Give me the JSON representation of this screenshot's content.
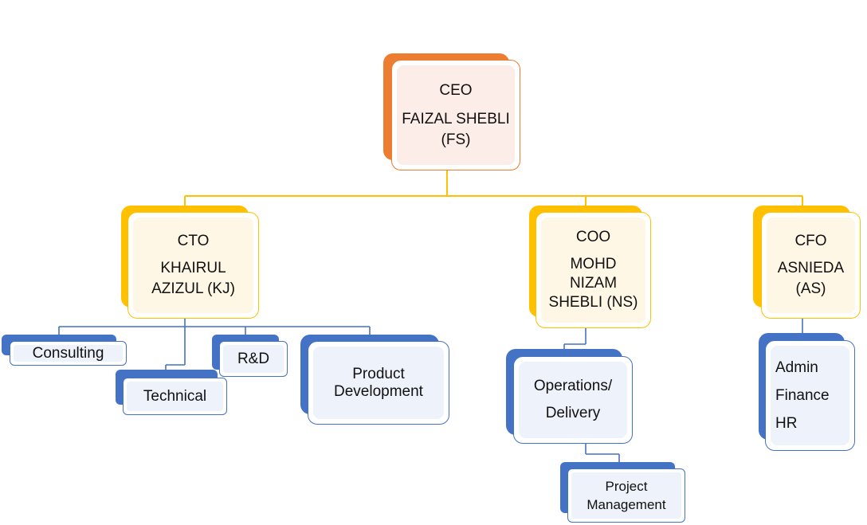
{
  "ceo": {
    "title": "CEO",
    "name": "FAIZAL SHEBLI",
    "initials": "(FS)"
  },
  "cto": {
    "title": "CTO",
    "name_line1": "KHAIRUL",
    "name_line2": "AZIZUL (KJ)"
  },
  "coo": {
    "title": "COO",
    "name_line1": "MOHD",
    "name_line2": "NIZAM",
    "name_line3": "SHEBLI (NS)"
  },
  "cfo": {
    "title": "CFO",
    "name": "ASNIEDA",
    "initials": "(AS)"
  },
  "cto_units": {
    "consulting": "Consulting",
    "technical": "Technical",
    "rnd": "R&D",
    "product_line1": "Product",
    "product_line2": "Development"
  },
  "coo_units": {
    "operations_line1": "Operations/",
    "operations_line2": "Delivery",
    "project_line1": "Project",
    "project_line2": "Management"
  },
  "cfo_units": {
    "admin": "Admin",
    "finance": "Finance",
    "hr": "HR"
  },
  "colors": {
    "ceo": "#ED7D31",
    "executive": "#FFC000",
    "unit": "#4472C4"
  }
}
